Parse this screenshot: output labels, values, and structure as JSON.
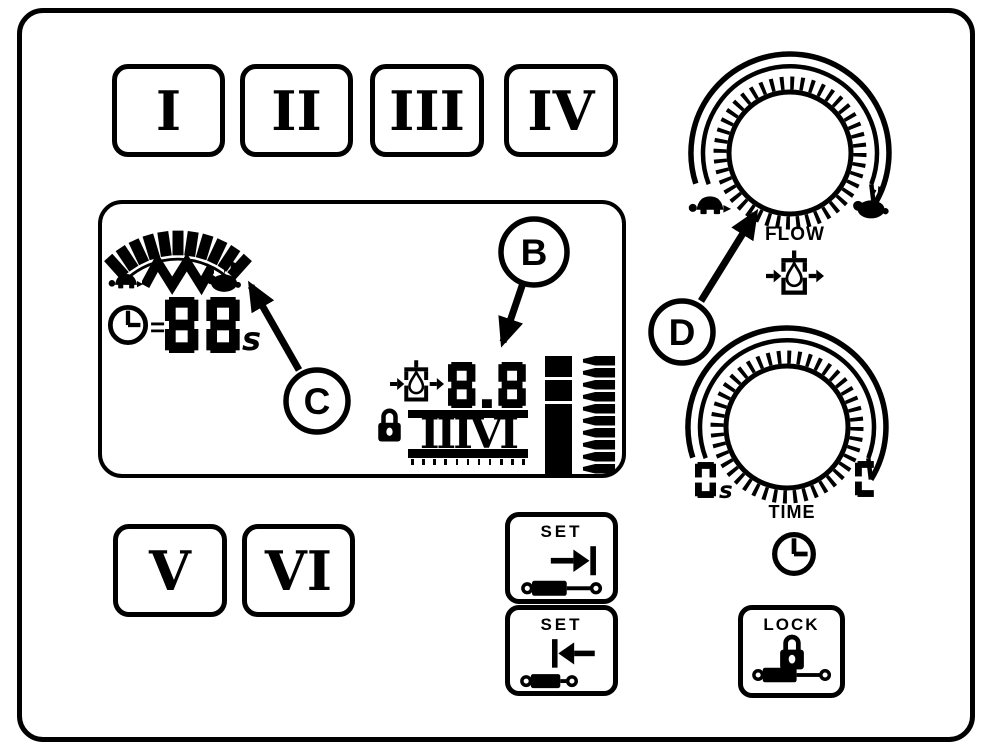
{
  "panel": {
    "background": "#ffffff",
    "line_color": "#000000"
  },
  "mode_buttons": [
    {
      "label": "I"
    },
    {
      "label": "II"
    },
    {
      "label": "III"
    },
    {
      "label": "IV"
    },
    {
      "label": "V"
    },
    {
      "label": "VI"
    }
  ],
  "display": {
    "speed_gauge": {
      "segment_count": 11,
      "min_icon": "turtle-icon",
      "mid_icon": "zigzag-wave-icon",
      "max_icon": "rabbit-icon"
    },
    "time_readout": {
      "icon": "clock-icon",
      "equals_sign": "=",
      "value": "88",
      "unit": "s"
    },
    "flow_readout": {
      "icon": "flow-valve-icon",
      "value": "8.8"
    },
    "section_readout": {
      "icon": "padlock-icon",
      "value": "IIIVI",
      "tick_count": 11
    },
    "level_bar": {
      "segment_count": 3
    },
    "nozzle_column": {
      "nozzle_count": 10
    }
  },
  "callouts": {
    "b": {
      "label": "B"
    },
    "c": {
      "label": "C"
    },
    "d": {
      "label": "D"
    }
  },
  "flow_knob": {
    "label": "FLOW",
    "min_icon": "turtle-icon",
    "max_icon": "rabbit-icon",
    "icon": "flow-valve-icon"
  },
  "time_knob": {
    "label": "TIME",
    "min_value": "0",
    "min_unit": "s",
    "max_value": "C",
    "icon": "clock-icon"
  },
  "set_buttons": {
    "extend": {
      "label": "SET",
      "icon": "arrow-to-bar-icon",
      "cylinder_icon": "cylinder-extended-icon"
    },
    "retract": {
      "label": "SET",
      "icon": "bar-to-arrow-icon",
      "cylinder_icon": "cylinder-retracted-icon"
    }
  },
  "lock_button": {
    "label": "LOCK",
    "icon": "padlock-icon",
    "cylinder_icon": "cylinder-extended-icon"
  }
}
